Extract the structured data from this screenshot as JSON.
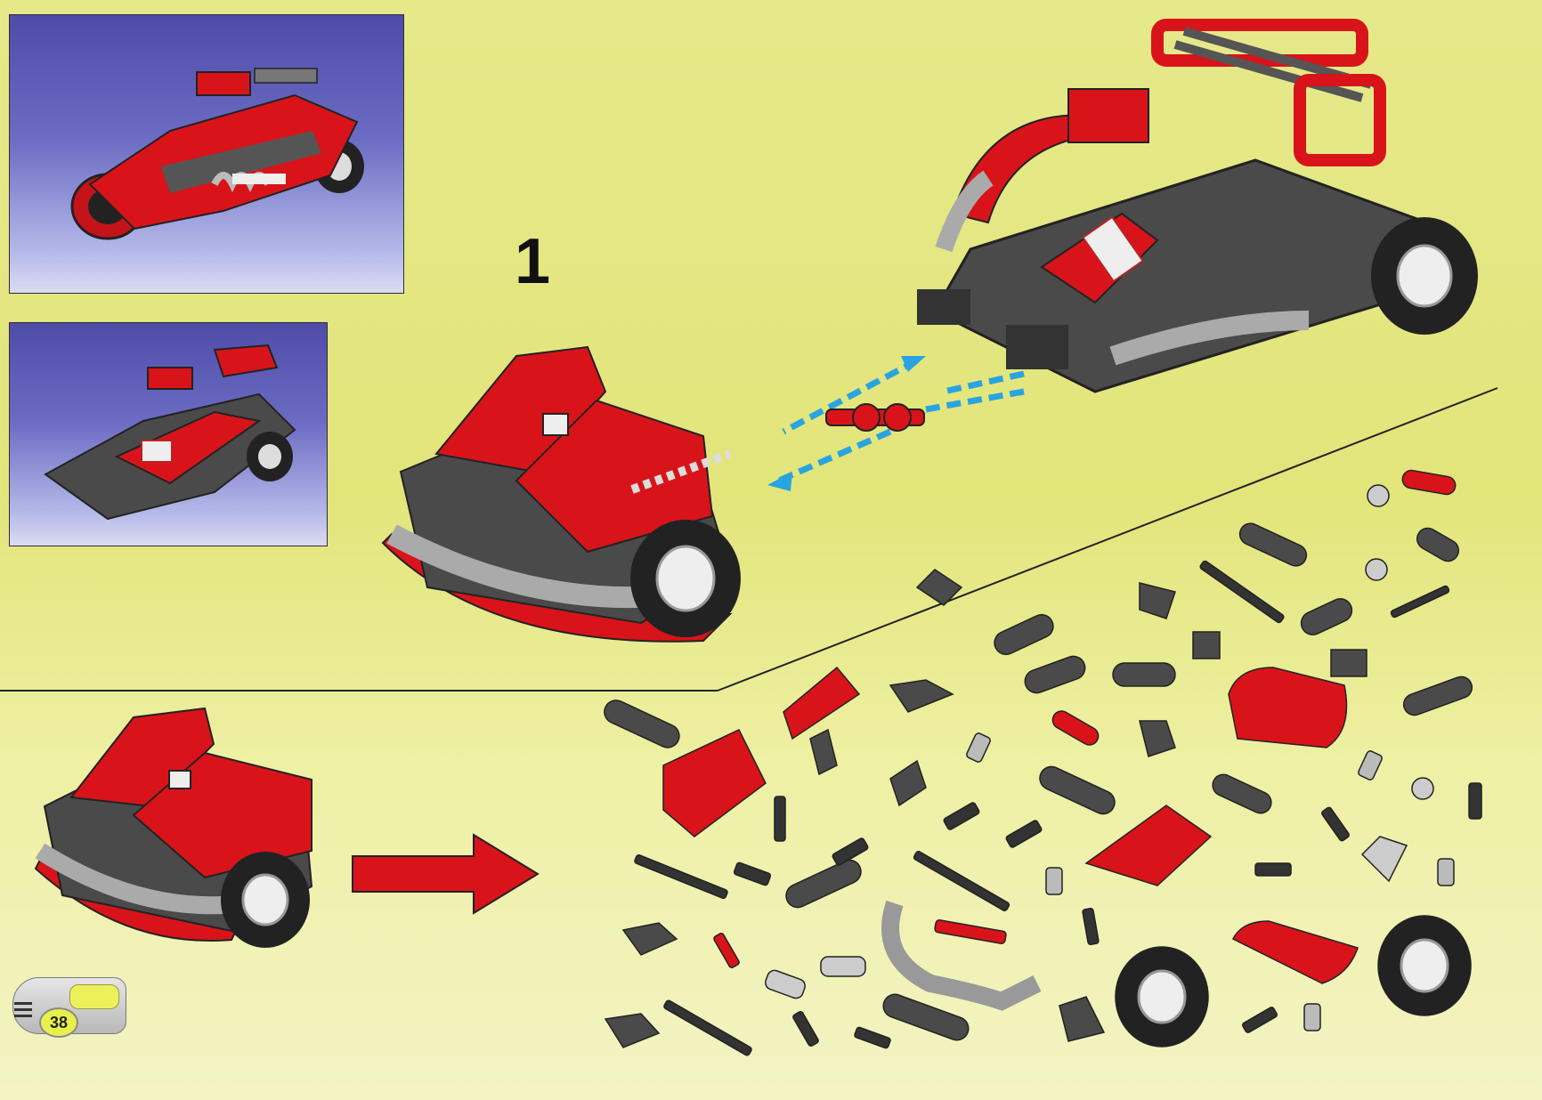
{
  "page": {
    "step_number": "1",
    "page_number": "38"
  },
  "colors": {
    "background_yellow": "#e4e77e",
    "panel_blue": "#5c5cb8",
    "lego_red": "#d8141a",
    "lego_dark_gray": "#4a4a4a",
    "arrow_blue": "#2aa4e0"
  },
  "illustrations": {
    "reference_panels": [
      "completed-model-view",
      "chassis-stage-view"
    ],
    "assembly_arrows": [
      "blue-attach-arrows",
      "red-result-arrow"
    ]
  }
}
